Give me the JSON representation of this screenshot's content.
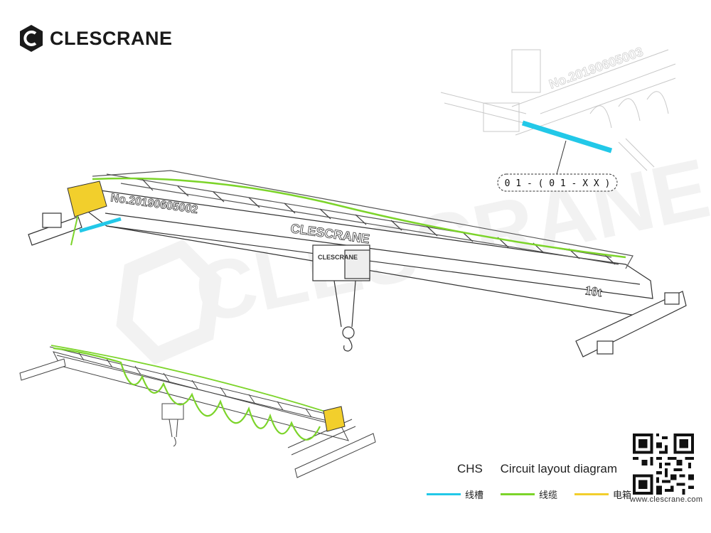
{
  "brand": {
    "name": "CLESCRANE",
    "website": "www.clescrane.com",
    "watermark": "CLESCRANE"
  },
  "crane": {
    "serial_number": "No.20190605002",
    "capacity": "10t",
    "beam_logo": "CLESCRANE",
    "hoist_logo": "CLESCRANE",
    "inset_serial_fragment": "No.20190605003"
  },
  "callout": {
    "code": "0 1 - ( 0 1 - X X )"
  },
  "caption": {
    "model": "CHS",
    "title": "Circuit layout diagram"
  },
  "legend": [
    {
      "label": "线槽",
      "color": "#22c8e8"
    },
    {
      "label": "线缆",
      "color": "#7cd42a"
    },
    {
      "label": "电箱",
      "color": "#f2cf2c"
    }
  ],
  "colors": {
    "cable_tray": "#22c8e8",
    "cable": "#7cd42a",
    "electric_box": "#f2cf2c",
    "line_art": "#333333",
    "watermark": "#f0f0f0"
  },
  "icons": {
    "brand": "clescrane-logo-icon",
    "qr": "qr-code-icon"
  }
}
